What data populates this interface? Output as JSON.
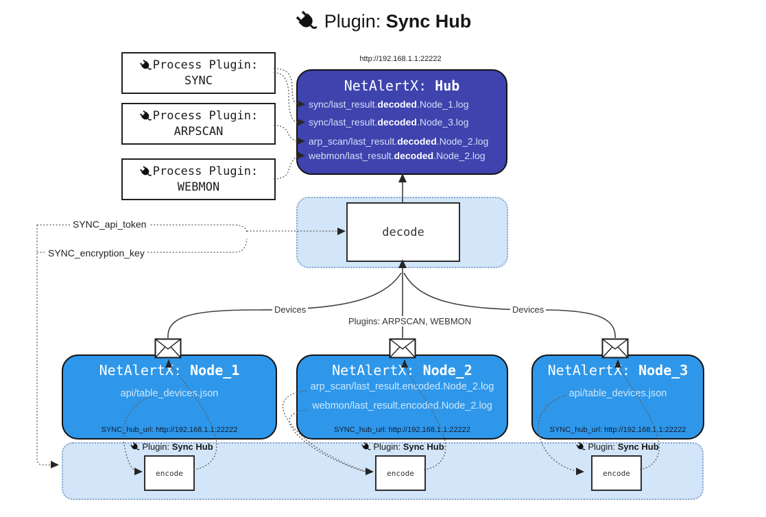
{
  "title": {
    "prefix": "Plugin: ",
    "bold": "Sync Hub"
  },
  "hub": {
    "url": "http://192.168.1.1:22222",
    "name_prefix": "NetAlertX: ",
    "name_bold": "Hub",
    "logs": [
      {
        "pre": "sync/last_result.",
        "bold": "decoded",
        "post": ".Node_1.log"
      },
      {
        "pre": "sync/last_result.",
        "bold": "decoded",
        "post": ".Node_3.log"
      },
      {
        "pre": "arp_scan/last_result.",
        "bold": "decoded",
        "post": ".Node_2.log"
      },
      {
        "pre": "webmon/last_result.",
        "bold": "decoded",
        "post": ".Node_2.log"
      }
    ]
  },
  "process_plugins": [
    {
      "label": "Process Plugin:",
      "name": "SYNC"
    },
    {
      "label": "Process Plugin:",
      "name": "ARPSCAN"
    },
    {
      "label": "Process Plugin:",
      "name": "WEBMON"
    }
  ],
  "decode": {
    "label": "decode"
  },
  "keys": {
    "api_token": "SYNC_api_token",
    "encryption_key": "SYNC_encryption_key"
  },
  "edges": {
    "devices_left": "Devices",
    "devices_right": "Devices",
    "plugins_mid": "Plugins: ARPSCAN, WEBMON"
  },
  "nodes": [
    {
      "name_prefix": "NetAlertX: ",
      "name_bold": "Node_1",
      "files": [
        "api/table_devices.json"
      ],
      "hub_url": "SYNC_hub_url: http://192.168.1.1:22222"
    },
    {
      "name_prefix": "NetAlertX: ",
      "name_bold": "Node_2",
      "files": [
        "arp_scan/last_result.encoded.Node_2.log",
        "webmon/last_result.encoded.Node_2.log"
      ],
      "hub_url": "SYNC_hub_url: http://192.168.1.1:22222"
    },
    {
      "name_prefix": "NetAlertX: ",
      "name_bold": "Node_3",
      "files": [
        "api/table_devices.json"
      ],
      "hub_url": "SYNC_hub_url: http://192.168.1.1:22222"
    }
  ],
  "encode": {
    "label": "encode",
    "plugin_prefix": "Plugin: ",
    "plugin_bold": "Sync Hub"
  },
  "icons": {
    "plug": "plug-icon",
    "envelope": "envelope-icon"
  },
  "colors": {
    "hub_bg": "#3e43ae",
    "node_bg": "#2e97ea",
    "container_bg": "#d3e5f8",
    "container_border": "#84a7cf",
    "hub_text": "#d7dff6",
    "node_file_text": "#cfe8fd",
    "line": "#3f3f3f",
    "dotted_line": "#5a5a5a"
  }
}
